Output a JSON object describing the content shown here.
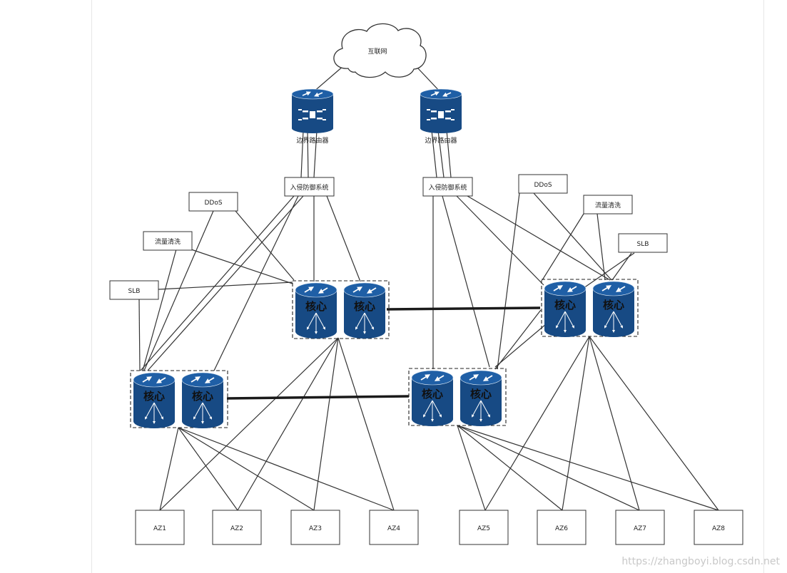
{
  "cloud": {
    "label": "互联网"
  },
  "routers": [
    {
      "id": "router-left",
      "label": "边界路由器"
    },
    {
      "id": "router-right",
      "label": "边界路由器"
    }
  ],
  "ips": [
    {
      "id": "ips-left",
      "label": "入侵防御系统"
    },
    {
      "id": "ips-right",
      "label": "入侵防御系统"
    }
  ],
  "services": [
    {
      "id": "ddos-left",
      "label": "DDoS"
    },
    {
      "id": "flow-left",
      "label": "流量清洗"
    },
    {
      "id": "slb-left",
      "label": "SLB"
    },
    {
      "id": "ddos-right",
      "label": "DDoS"
    },
    {
      "id": "flow-right",
      "label": "流量清洗"
    },
    {
      "id": "slb-right",
      "label": "SLB"
    }
  ],
  "core_label": "核心",
  "core_groups": [
    "core-top-left",
    "core-bottom-left",
    "core-bottom-right",
    "core-top-right"
  ],
  "azs": [
    {
      "id": "az1",
      "label": "AZ1"
    },
    {
      "id": "az2",
      "label": "AZ2"
    },
    {
      "id": "az3",
      "label": "AZ3"
    },
    {
      "id": "az4",
      "label": "AZ4"
    },
    {
      "id": "az5",
      "label": "AZ5"
    },
    {
      "id": "az6",
      "label": "AZ6"
    },
    {
      "id": "az7",
      "label": "AZ7"
    },
    {
      "id": "az8",
      "label": "AZ8"
    }
  ],
  "colors": {
    "device_blue": "#1f5fa6",
    "device_dark": "#174a84",
    "line": "#333333",
    "thick_line": "#1a1a1a"
  },
  "watermark": "https://zhangboyi.blog.csdn.net"
}
